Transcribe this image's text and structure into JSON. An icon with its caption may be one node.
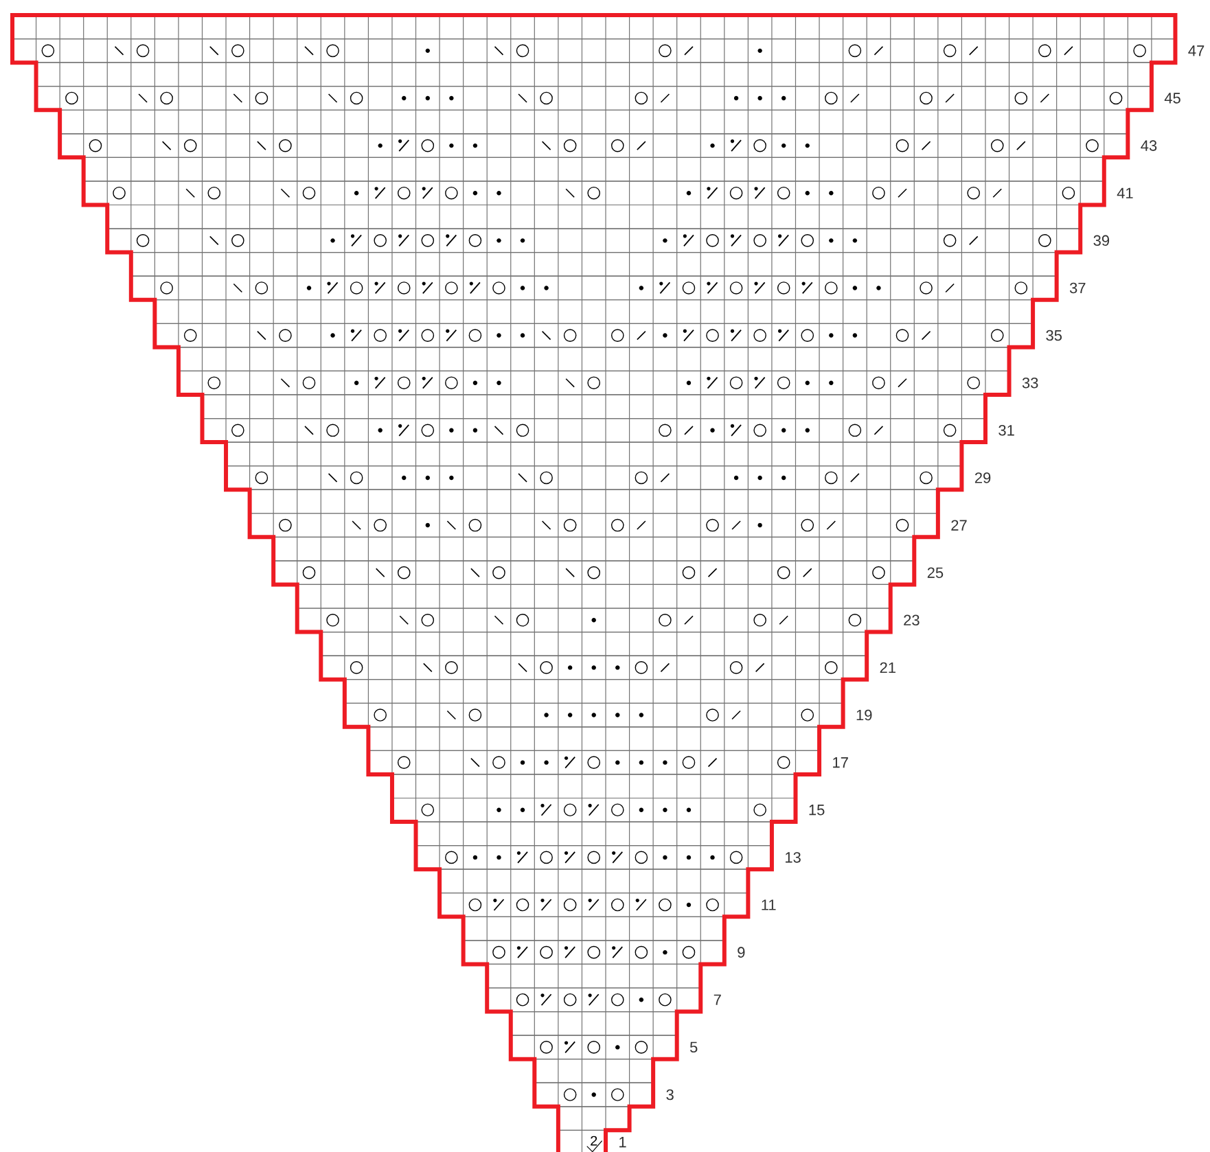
{
  "diagram": {
    "labels": [
      "47",
      "45",
      "43",
      "41",
      "39",
      "37",
      "35",
      "33",
      "31",
      "29",
      "27",
      "25",
      "23",
      "21",
      "19",
      "17",
      "15",
      "13",
      "11",
      "9",
      "7",
      "5",
      "3",
      "2",
      "1"
    ]
  }
}
